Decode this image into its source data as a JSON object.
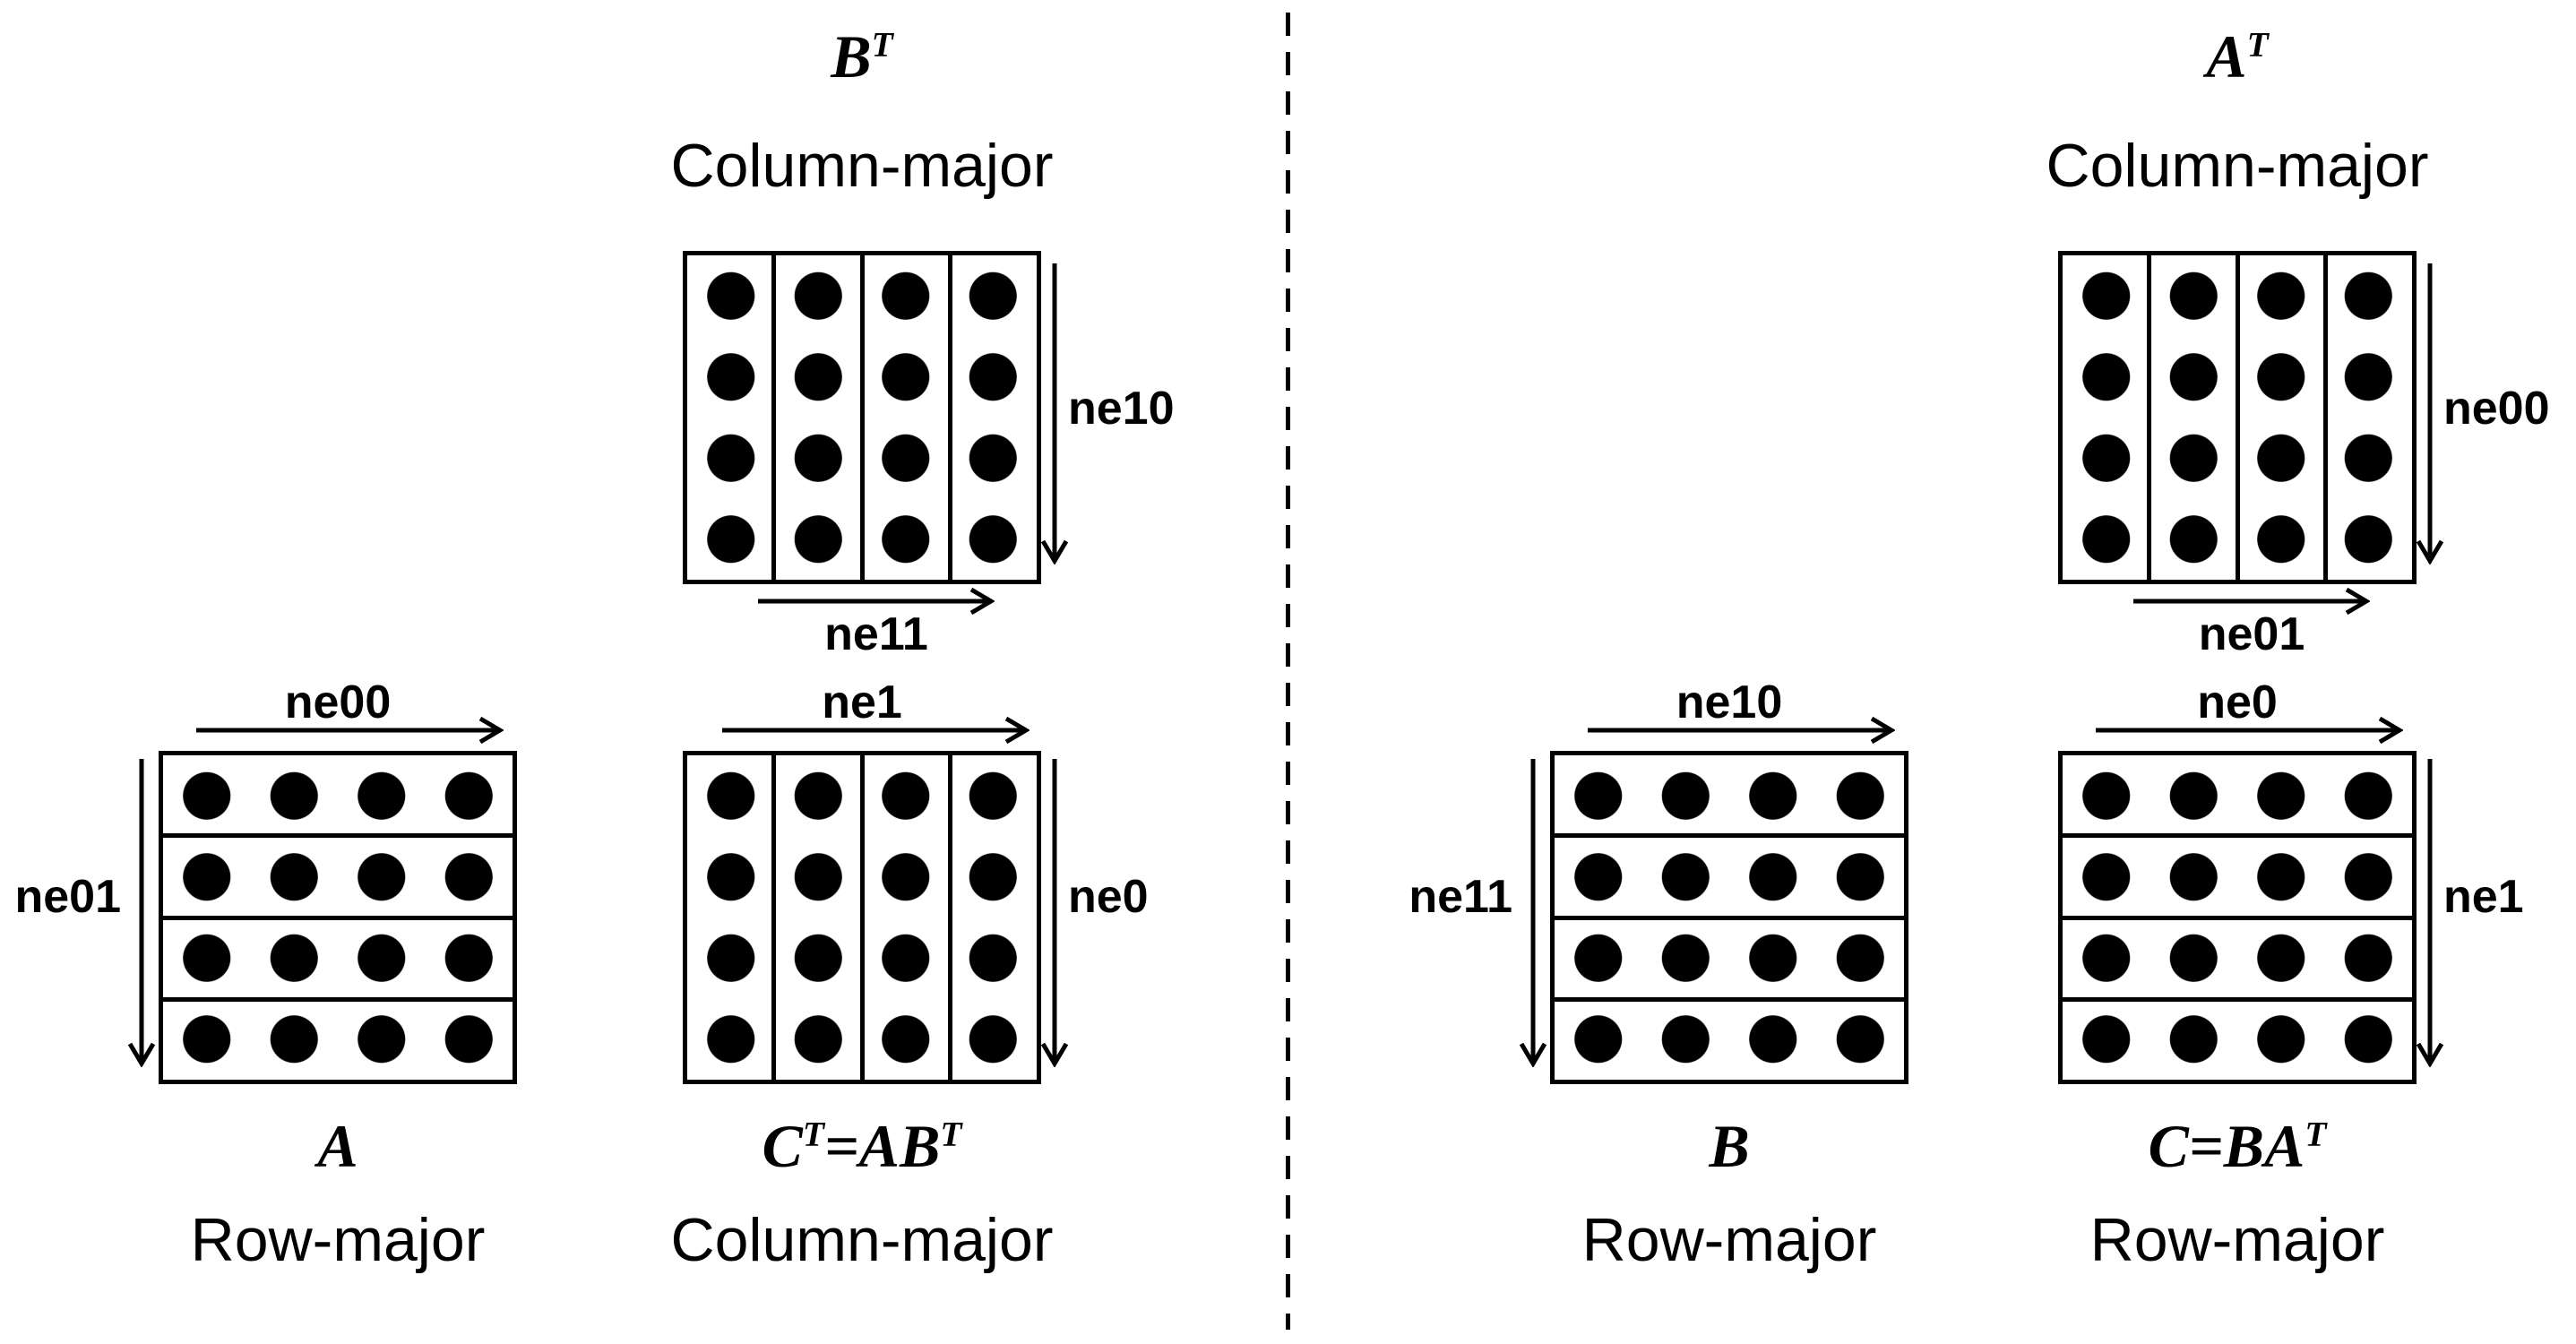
{
  "colors": {
    "ink": "#000000",
    "background": "#ffffff"
  },
  "matrix_grid": {
    "rows": 4,
    "cols": 4
  },
  "left_panel": {
    "b_transpose": {
      "title_base": "B",
      "title_sup": "T",
      "layout": "Column-major",
      "right_arrow_label": "ne10",
      "bottom_arrow_label": "ne11"
    },
    "a": {
      "top_arrow_label": "ne00",
      "left_arrow_label": "ne01",
      "title": "A",
      "layout": "Row-major"
    },
    "c_transpose": {
      "top_arrow_label": "ne1",
      "right_arrow_label": "ne0",
      "title_c": "C",
      "title_c_sup": "T",
      "title_mid": "=AB",
      "title_mid_sup": "T",
      "layout": "Column-major"
    }
  },
  "right_panel": {
    "a_transpose": {
      "title_base": "A",
      "title_sup": "T",
      "layout": "Column-major",
      "right_arrow_label": "ne00",
      "bottom_arrow_label": "ne01"
    },
    "b": {
      "top_arrow_label": "ne10",
      "left_arrow_label": "ne11",
      "title": "B",
      "layout": "Row-major"
    },
    "c": {
      "top_arrow_label": "ne0",
      "right_arrow_label": "ne1",
      "title_base": "C=BA",
      "title_sup": "T",
      "layout": "Row-major"
    }
  }
}
